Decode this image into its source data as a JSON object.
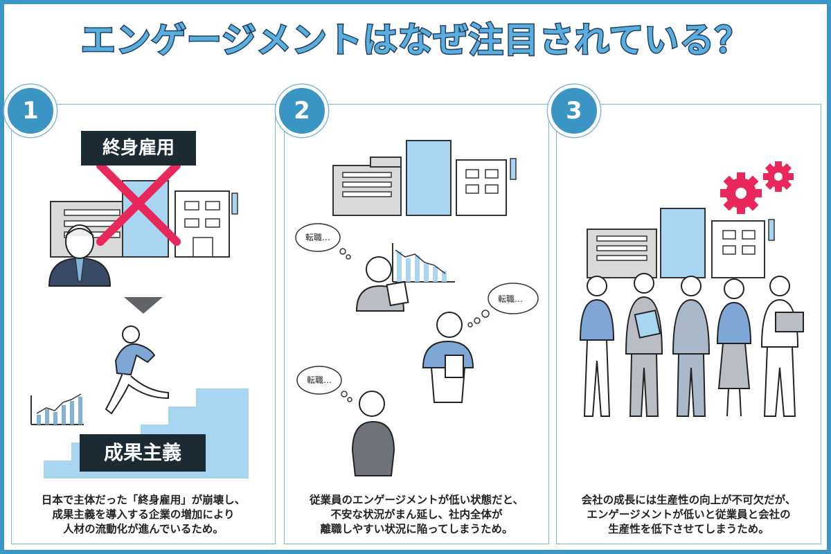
{
  "title": "エンゲージメントはなぜ注目されている？",
  "panels": [
    {
      "number": "1",
      "label_old": "終身雇用",
      "label_new": "成果主義",
      "caption": [
        "日本で主体だった「終身雇用」が崩壊し、",
        "成果主義を導入する企業の増加により",
        "人材の流動化が進んでいるため。"
      ]
    },
    {
      "number": "2",
      "bubbles": [
        "転職…",
        "転職…",
        "転職…"
      ],
      "caption": [
        "従業員のエンゲージメントが低い状態だと、",
        "不安な状況がまん延し、社内全体が",
        "離職しやすい状況に陥ってしまうため。"
      ]
    },
    {
      "number": "3",
      "caption": [
        "会社の成長には生産性の向上が不可欠だが、",
        "エンゲージメントが低いと従業員と会社の",
        "生産性を低下させてしまうため。"
      ]
    }
  ],
  "colors": {
    "border_blue": "#3a94c4",
    "title_fill": "#5aaede",
    "title_stroke": "#1d3f66",
    "cross_red": "#e8285a",
    "gear_red": "#e8285a",
    "label_dark": "#1b2a33",
    "stair_blue": "#a8d6f2"
  }
}
